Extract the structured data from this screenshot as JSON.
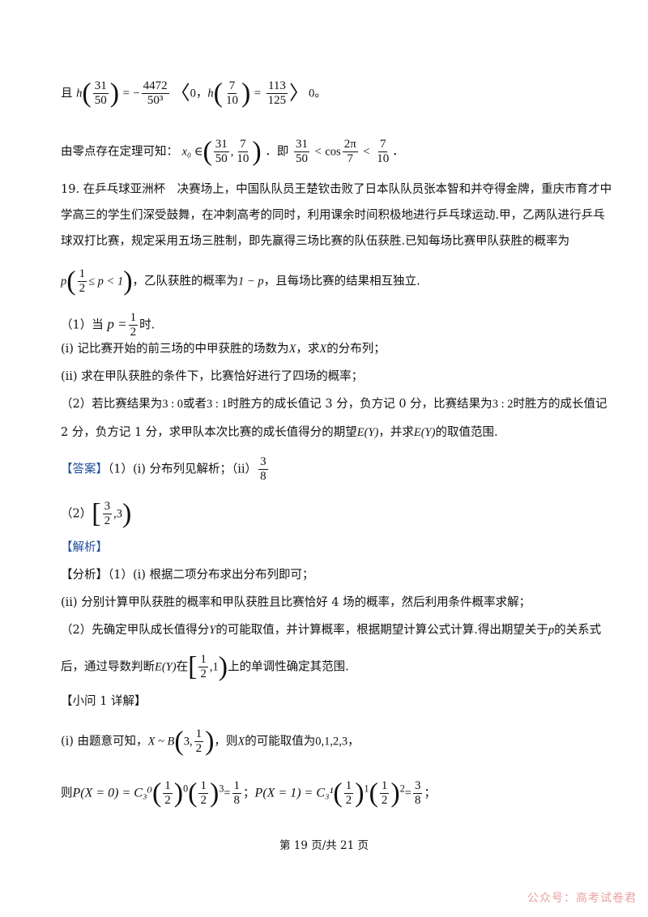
{
  "lines": {
    "l1_a": "且",
    "l1_b": "=",
    "l1_c": "，",
    "l1_d": "=",
    "l1_e": "。",
    "l2_a": "由零点存在定理可知：",
    "l2_b": "．即",
    "l2_c": "．",
    "q19_1": "19. 在乒乓球亚洲杯　决赛场上，中国队队员王楚钦击败了日本队队员张本智和并夺得金牌，重庆市育才中",
    "q19_2": "学高三的学生们深受鼓舞，在冲刺高考的同时，利用课余时间积极地进行乒乓球运动.甲，乙两队进行乒乓",
    "q19_3": "球双打比赛，规定采用五场三胜制，即先赢得三场比赛的队伍获胜.已知每场比赛甲队获胜的概率为",
    "q19_4a": "，乙队获胜的概率为",
    "q19_4b": "，且每场比赛的结果相互独立.",
    "q1_a": "（1）当",
    "q1_b": "时.",
    "qi": "(ⅰ) 记比赛开始的前三场的中甲获胜的场数为",
    "qi_b": "，求",
    "qi_c": "的分布列；",
    "qii": "(ⅱ) 求在甲队获胜的条件下，比赛恰好进行了四场的概率；",
    "q2_a": "（2）若比赛结果为",
    "q2_b": "或者",
    "q2_c": "时胜方的成长值记 3 分，负方记 0 分，比赛结果为",
    "q2_d": "时胜方的成长值记",
    "q2_e": "2 分，负方记 1 分，求甲队本次比赛的成长值得分的期望",
    "q2_f": "，并求",
    "q2_g": "的取值范围.",
    "ans_tag": "【答案】",
    "ans_a": "（1）(ⅰ) 分布列见解析；（ⅱ）",
    "ans2": "（2）",
    "jx_tag": "【解析】",
    "fx_tag": "【分析】",
    "fx_1": "（1）(ⅰ) 根据二项分布求出分布列即可；",
    "fx_2": "(ⅱ) 分别计算甲队获胜的概率和甲队获胜且比赛恰好 4 场的概率，然后利用条件概率求解；",
    "fx_3a": "（2）先确定甲队成长值得分",
    "fx_3b": "的可能取值，并计算概率，根据期望计算公式计算.得出期望关于",
    "fx_3c": "的关系式",
    "fx_4a": "后，通过导数判断",
    "fx_4b": "在",
    "fx_4c": "上的单调性确定其范围.",
    "xw": "【小问 1 详解】",
    "d1_a": "(ⅰ) 由题意可知，",
    "d1_b": "，则",
    "d1_c": "的可能取值为",
    "d1_d": "，",
    "d2_a": "则",
    "d2_b": "；",
    "d2_c": "；"
  },
  "math": {
    "h": "h",
    "f31": "31",
    "f50": "50",
    "f4472": "4472",
    "f503": "50³",
    "f7": "7",
    "f10": "10",
    "f113": "113",
    "f125": "125",
    "zero": "0",
    "minus": "−",
    "lt_angle": "〈",
    "gt_angle": "〉",
    "x0in": "x₀ ∈",
    "lt": "<",
    "cos": "cos",
    "f2pi": "2π",
    "p": "p",
    "f1": "1",
    "f2": "2",
    "le_p_lt1": "≤ p < 1",
    "one_minus_p": "1 − p",
    "peq": "p =",
    "X": "X",
    "score30": "3 : 0",
    "score31": "3 : 1",
    "score32": "3 : 2",
    "EY": "E(Y)",
    "f3": "3",
    "f8": "8",
    "comma3": ",3",
    "comma1": ",1",
    "Y": "Y",
    "XB": "X ~ B",
    "three": "3,",
    "vals": "0,1,2,3",
    "PX0": "P(X = 0) = C₃⁰",
    "PX1": "P(X = 1) = C₃¹",
    "pow0": "0",
    "pow1": "1",
    "pow2": "2",
    "pow3": "3",
    "eq": "="
  },
  "footer": "第 19 页/共 21 页",
  "watermark": "公众号：高考试卷君",
  "colors": {
    "tag": "#1f4e9c",
    "watermark": "#e8a1a1"
  }
}
